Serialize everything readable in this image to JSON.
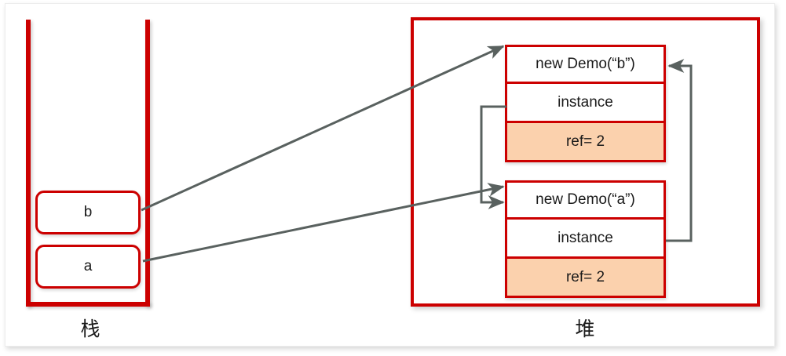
{
  "diagram": {
    "title_unused": "",
    "colors": {
      "border_red": "#CC0000",
      "highlight_orange": "#FBD1AD",
      "arrow_gray": "#59615F",
      "text": "#1a1a1a"
    },
    "stack": {
      "label": "栈",
      "slots": [
        {
          "name": "b"
        },
        {
          "name": "a"
        }
      ]
    },
    "heap": {
      "label": "堆",
      "objects": [
        {
          "title": "new Demo(“b”)",
          "field": "instance",
          "refcount": "ref= 2"
        },
        {
          "title": "new Demo(“a”)",
          "field": "instance",
          "refcount": "ref= 2"
        }
      ]
    },
    "connectors": [
      {
        "name": "stack-b-to-demo-b",
        "from": "stack slot b",
        "to": "new Demo(“b”)"
      },
      {
        "name": "stack-a-to-demo-a",
        "from": "stack slot a",
        "to": "new Demo(“a”)"
      },
      {
        "name": "demo-b-instance-to-demo-a",
        "from": "new Demo(“b”).instance",
        "to": "new Demo(“a”)"
      },
      {
        "name": "demo-a-instance-to-demo-b",
        "from": "new Demo(“a”).instance",
        "to": "new Demo(“b”)"
      }
    ]
  }
}
